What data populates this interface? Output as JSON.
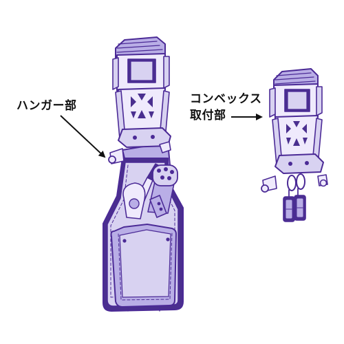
{
  "labels": {
    "hanger": "ハンガー部",
    "convex_line1": "コンベックス",
    "convex_line2": "取付部"
  },
  "colors": {
    "outline": "#4b2a96",
    "fill_light": "#d8d2f1",
    "fill_mid": "#b9aee6",
    "fill_dark": "#4a2f8f",
    "panel": "#efeafc",
    "text": "#111111",
    "background": "#ffffff"
  }
}
